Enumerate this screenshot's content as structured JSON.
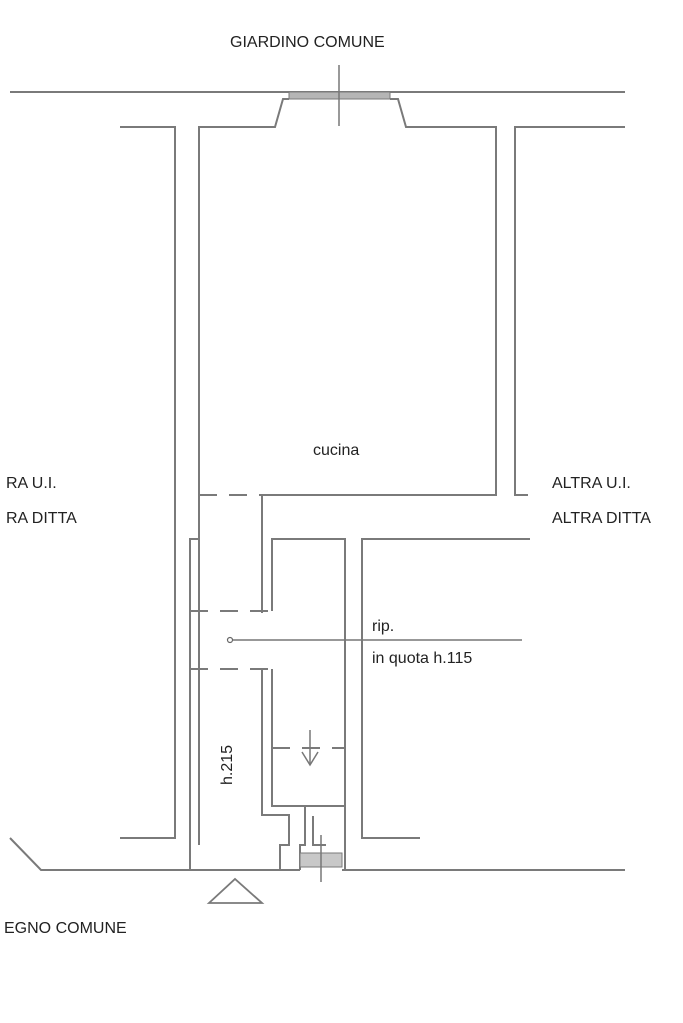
{
  "plan": {
    "labels": {
      "top": "GIARDINO COMUNE",
      "room": "cucina",
      "left_line1": "RA U.I.",
      "left_line2": "RA DITTA",
      "right_line1": "ALTRA U.I.",
      "right_line2": "ALTRA DITTA",
      "rip_line1": "rip.",
      "rip_line2": "in quota h.115",
      "height": "h.215",
      "bottom": "EGNO COMUNE"
    },
    "colors": {
      "line": "#7a7a7a",
      "text": "#222222",
      "background": "#ffffff"
    }
  }
}
